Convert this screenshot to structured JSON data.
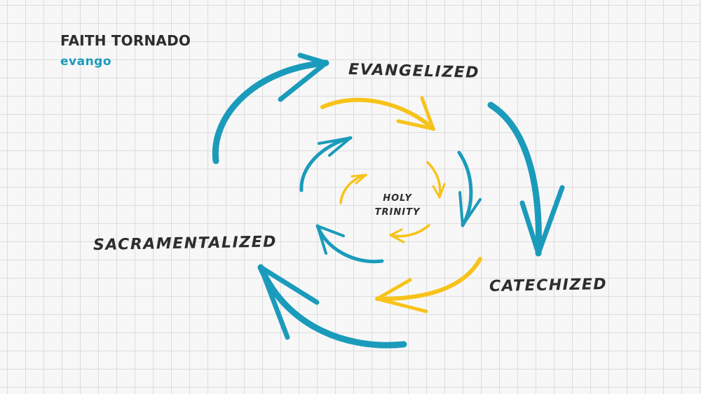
{
  "header": {
    "title": "FAITH TORNADO",
    "brand": "evango"
  },
  "stages": {
    "top": "EVANGELIZED",
    "right": "CATECHIZED",
    "left": "SACRAMENTALIZED"
  },
  "center": {
    "line1": "HOLY",
    "line2": "TRINITY"
  },
  "colors": {
    "text": "#2d2d2d",
    "blue": "#1b9bbb",
    "yellow": "#f7c31a",
    "brand": "#1b9bbb",
    "grid": "#dcdcdc",
    "background": "#f7f7f7"
  }
}
